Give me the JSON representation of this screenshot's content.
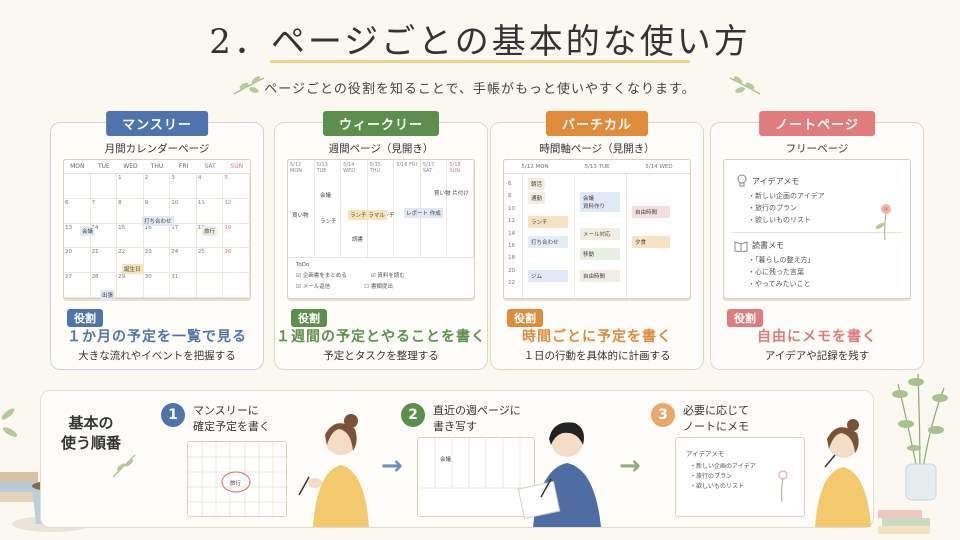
{
  "page": {
    "title": "2．ページごとの基本的な使い方",
    "subtitle": "ページごとの役割を知ることで、手帳がもっと使いやすくなります。"
  },
  "colors": {
    "blue": "#4f73ad",
    "green": "#5c8f4d",
    "orange": "#e08a3c",
    "pink": "#e07c7c",
    "gold": "#f1d48a"
  },
  "cards": [
    {
      "tag": "マンスリー",
      "sub": "月間カレンダーページ",
      "role_label": "役割",
      "role_main": "１か月の予定を一覧で見る",
      "role_desc": "大きな流れやイベントを把握する",
      "mock": {
        "days": [
          "MON",
          "TUE",
          "WED",
          "THU",
          "FRI",
          "SAT",
          "SUN"
        ],
        "dates": [
          "",
          "",
          "1",
          "2",
          "3",
          "4",
          "5",
          "6",
          "7",
          "8",
          "9",
          "10",
          "11",
          "12",
          "13",
          "14",
          "15",
          "16",
          "17",
          "18",
          "19",
          "20",
          "21",
          "22",
          "23",
          "24",
          "25",
          "26",
          "27",
          "28",
          "29",
          "30",
          "31",
          "",
          ""
        ],
        "events": [
          "打ち合わせ",
          "会議",
          "旅行",
          "誕生日",
          "出張"
        ]
      }
    },
    {
      "tag": "ウィークリー",
      "sub": "週間ページ（見開き）",
      "role_label": "役割",
      "role_main": "１週間の予定とやることを書く",
      "role_desc": "予定とタスクを整理する",
      "mock": {
        "days": [
          "5/12 MON",
          "5/13 TUE",
          "5/14 WED",
          "5/15 THU",
          "5/16 FRI",
          "5/17 SAT",
          "5/18 SUN"
        ],
        "events": [
          "会議",
          "ランチ",
          "買い物",
          "ランチ",
          "読書",
          "ランチ\nラマル",
          "レポート\n作成",
          "買い物\n片付け"
        ],
        "todo_label": "ToDo",
        "todos": [
          "企画書をまとめる",
          "メール返信",
          "資料を読む",
          "書類提出"
        ]
      }
    },
    {
      "tag": "バーチカル",
      "sub": "時間軸ページ（見開き）",
      "role_label": "役割",
      "role_main": "時間ごとに予定を書く",
      "role_desc": "１日の行動を具体的に計画する",
      "mock": {
        "days": [
          "5/12 MON",
          "5/13 TUE",
          "5/14 WED"
        ],
        "hours": [
          "6",
          "8",
          "10",
          "12",
          "14",
          "16",
          "18",
          "20",
          "22"
        ],
        "events": [
          "朝活",
          "通勤",
          "ランチ",
          "打ち合わせ",
          "ジム",
          "会議\n資料作り",
          "メール対応",
          "移動",
          "自由時間",
          "自由時間",
          "夕食"
        ]
      }
    },
    {
      "tag": "ノートページ",
      "sub": "フリーページ",
      "role_label": "役割",
      "role_main": "自由にメモを書く",
      "role_desc": "アイデアや記録を残す",
      "mock": {
        "sec1": "アイデアメモ",
        "list1": [
          "・新しい企画のアイデア",
          "・旅行のプラン",
          "・欲しいものリスト"
        ],
        "sec2": "読書メモ",
        "list2": [
          "・「暮らしの整え方」",
          "・心に残った言葉",
          "・やってみたいこと"
        ]
      }
    }
  ],
  "flow": {
    "title_line1": "基本の",
    "title_line2": "使う順番",
    "steps": [
      {
        "num": "1",
        "line1": "マンスリーに",
        "line2": "確定予定を書く",
        "mock_event": "旅行"
      },
      {
        "num": "2",
        "line1": "直近の週ページに",
        "line2": "書き写す",
        "mock_event": "会議"
      },
      {
        "num": "3",
        "line1": "必要に応じて",
        "line2": "ノートにメモ",
        "mock_sec": "アイデアメモ",
        "mock_list": [
          "・新しい企画のアイデア",
          "・旅行のプラン",
          "・欲しいものリスト"
        ]
      }
    ]
  }
}
